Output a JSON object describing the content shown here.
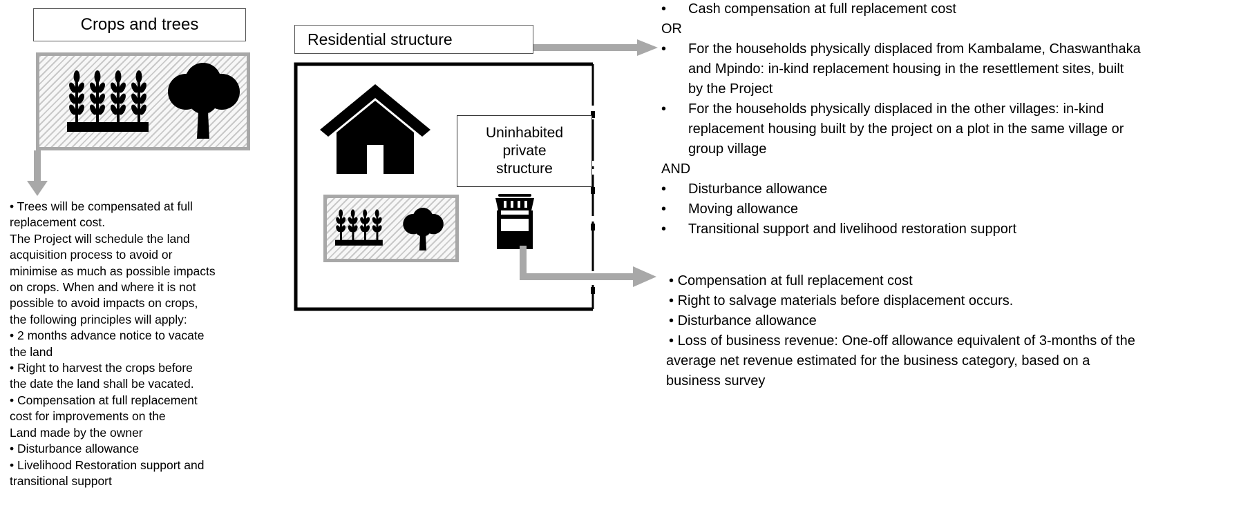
{
  "crops": {
    "title": "Crops and trees",
    "icons": [
      "wheat-icon",
      "tree-icon"
    ],
    "notes": [
      "• Trees will be compensated at full",
      "replacement cost.",
      "The Project will schedule the land",
      "acquisition process to avoid or",
      "minimise as much as possible impacts",
      "on crops. When and where it is not",
      "possible to avoid impacts on crops,",
      "the following principles will apply:",
      "• 2 months advance notice to vacate",
      "the land",
      "• Right to harvest the crops before",
      "the date the land shall be vacated.",
      "• Compensation at full replacement",
      "cost for improvements on the",
      "Land made by the owner",
      "• Disturbance allowance",
      "• Livelihood Restoration support and",
      "transitional support"
    ]
  },
  "residential": {
    "title": "Residential structure",
    "icons": [
      "house-icon",
      "wheat-icon",
      "tree-icon",
      "shop-icon"
    ],
    "uninhabited_label": [
      "Uninhabited",
      "private",
      "structure"
    ],
    "entitlements": {
      "item_1": "Cash compensation at full replacement cost",
      "or_label": "OR",
      "item_2": [
        "For the households physically displaced from Kambalame, Chaswanthaka",
        "and Mpindo: in-kind replacement housing in the resettlement sites, built",
        "by the Project"
      ],
      "item_3": [
        "For the households physically displaced in the other villages: in-kind",
        "replacement housing built by the project on a plot in the same village or",
        "group village"
      ],
      "and_label": "AND",
      "items_after": [
        "Disturbance allowance",
        "Moving allowance",
        "Transitional support and livelihood restoration support"
      ]
    }
  },
  "uninhabited": {
    "entitlements": [
      "Compensation at full replacement cost",
      "Right to salvage materials before displacement occurs.",
      "Disturbance allowance",
      "Loss of business revenue: One-off allowance equivalent of 3-months of the"
    ],
    "continuation": [
      "average net revenue estimated for the business category, based on a",
      "business survey"
    ]
  },
  "colors": {
    "arrow": "#a8a8a8",
    "border": "#555555",
    "hatch": "#c9c9c9",
    "icon": "#000000"
  }
}
